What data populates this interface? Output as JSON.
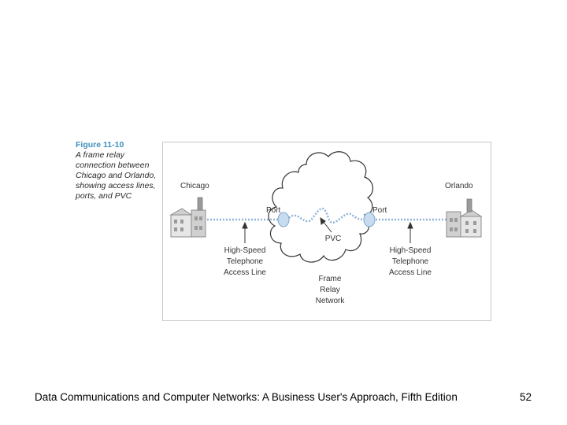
{
  "figure": {
    "number": "Figure 11-10",
    "caption_lines": [
      "A frame relay",
      "connection between",
      "Chicago and Orlando,",
      "showing access lines,",
      "ports, and PVC"
    ],
    "labels": {
      "chicago": "Chicago",
      "orlando": "Orlando",
      "port_left": "Port",
      "port_right": "Port",
      "pvc": "PVC",
      "left_access": [
        "High-Speed",
        "Telephone",
        "Access Line"
      ],
      "right_access": [
        "High-Speed",
        "Telephone",
        "Access Line"
      ],
      "network": [
        "Frame",
        "Relay",
        "Network"
      ]
    },
    "colors": {
      "line": "#8fb4da",
      "cloud": "#333333",
      "building": "#8c8c8c",
      "caption_accent": "#3d8fbf"
    }
  },
  "footer": {
    "title": "Data Communications and Computer Networks: A Business User's Approach, Fifth Edition",
    "page": "52"
  }
}
